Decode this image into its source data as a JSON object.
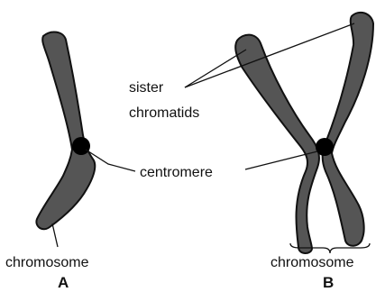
{
  "labels": {
    "sister_chromatids_line1": "sister",
    "sister_chromatids_line2": "chromatids",
    "centromere": "centromere",
    "chromosome_a": "chromosome",
    "chromosome_b": "chromosome",
    "panel_a": "A",
    "panel_b": "B"
  },
  "colors": {
    "chromosome_fill": "#555555",
    "outline": "#111111",
    "centromere": "#000000"
  }
}
